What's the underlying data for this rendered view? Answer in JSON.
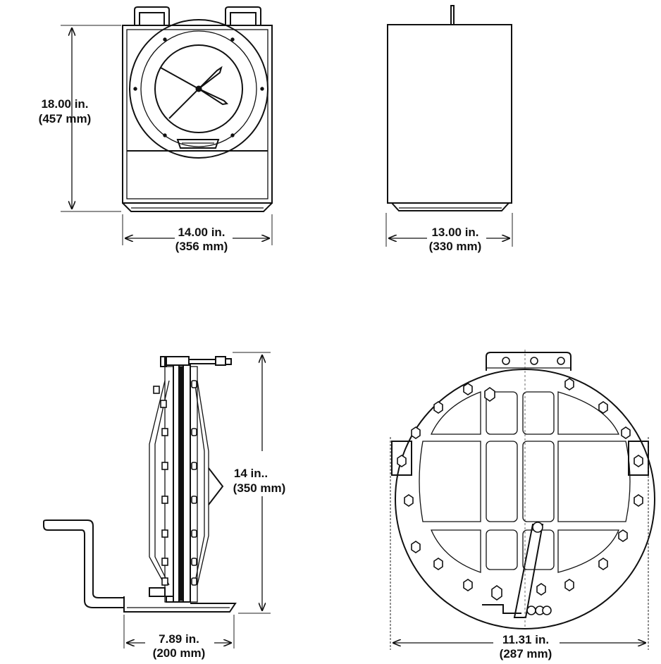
{
  "views": {
    "front": {
      "height_in": "18.00 in.",
      "height_mm": "(457 mm)",
      "width_in": "14.00 in.",
      "width_mm": "(356 mm)"
    },
    "side": {
      "width_in": "13.00 in.",
      "width_mm": "(330 mm)"
    },
    "valve_side": {
      "height_in": "14 in..",
      "height_mm": "(350 mm)",
      "width_in": "7.89 in.",
      "width_mm": "(200 mm)"
    },
    "valve_face": {
      "width_in": "11.31 in.",
      "width_mm": "(287 mm)"
    }
  }
}
